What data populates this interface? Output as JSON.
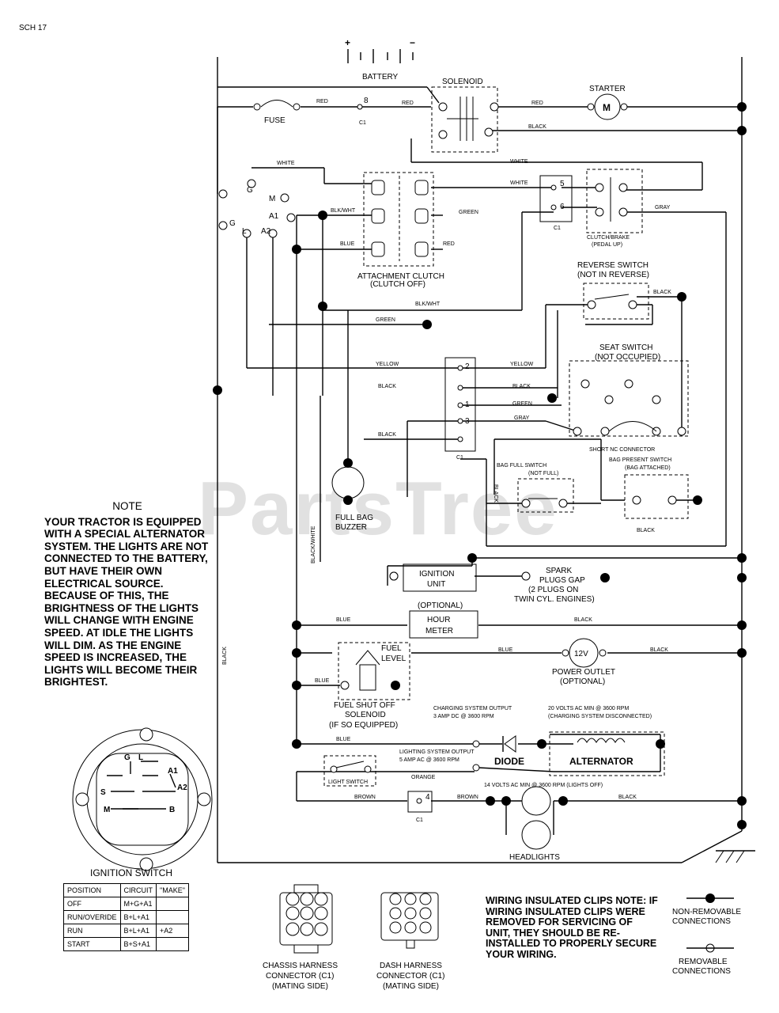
{
  "sheet_id": "SCH 17",
  "watermark": "PartsTree",
  "components": {
    "battery": "BATTERY",
    "battery_plus": "+",
    "battery_minus": "−",
    "solenoid": "SOLENOID",
    "starter": "STARTER",
    "starter_symbol": "M",
    "fuse": "FUSE",
    "attachment_clutch": "ATTACHMENT CLUTCH",
    "attachment_clutch_sub": "(CLUTCH OFF)",
    "clutch_brake": "CLUTCH/BRAKE",
    "clutch_brake_sub": "(PEDAL UP)",
    "reverse_switch": "REVERSE SWITCH",
    "reverse_switch_sub": "(NOT IN REVERSE)",
    "seat_switch": "SEAT SWITCH",
    "seat_switch_sub": "(NOT OCCUPIED)",
    "short_nc_connector": "SHORT NC CONNECTOR",
    "bag_full_switch": "BAG FULL SWITCH",
    "bag_full_switch_sub": "(NOT FULL)",
    "bag_present_switch": "BAG PRESENT SWITCH",
    "bag_present_switch_sub": "(BAG ATTACHED)",
    "full_bag_buzzer": "FULL BAG",
    "full_bag_buzzer_sub": "BUZZER",
    "ignition_unit": "IGNITION",
    "ignition_unit_sub": "UNIT",
    "spark_plugs": "SPARK",
    "spark_plugs_2": "PLUGS GAP",
    "spark_plugs_3": "(2 PLUGS ON",
    "spark_plugs_4": "TWIN CYL. ENGINES)",
    "hour_meter_opt": "(OPTIONAL)",
    "hour_meter": "HOUR",
    "hour_meter_2": "METER",
    "fuel_level": "FUEL",
    "fuel_level_2": "LEVEL",
    "power_outlet_symbol": "12V",
    "power_outlet": "POWER OUTLET",
    "power_outlet_sub": "(OPTIONAL)",
    "fuel_shutoff": "FUEL SHUT OFF",
    "fuel_shutoff_2": "SOLENOID",
    "fuel_shutoff_3": "(IF SO EQUIPPED)",
    "charging_output": "CHARGING SYSTEM OUTPUT",
    "charging_output_sub": "3 AMP DC @ 3600 RPM",
    "volts_dc": "20 VOLTS AC MIN @ 3600 RPM",
    "volts_dc_sub": "(CHARGING SYSTEM DISCONNECTED)",
    "lighting_output": "LIGHTING SYSTEM OUTPUT",
    "lighting_output_sub": "5 AMP AC @ 3600 RPM",
    "volts_ac": "14 VOLTS AC MIN @ 3600 RPM (LIGHTS OFF)",
    "diode": "DIODE",
    "alternator": "ALTERNATOR",
    "light_switch": "LIGHT SWITCH",
    "headlights": "HEADLIGHTS",
    "ignition_switch": "IGNITION SWITCH",
    "chassis_connector": "CHASSIS HARNESS",
    "chassis_connector_2": "CONNECTOR (C1)",
    "chassis_connector_3": "(MATING SIDE)",
    "dash_connector": "DASH HARNESS",
    "dash_connector_2": "CONNECTOR (C1)",
    "dash_connector_3": "(MATING SIDE)",
    "non_removable": "NON-REMOVABLE",
    "non_removable_2": "CONNECTIONS",
    "removable": "REMOVABLE",
    "removable_2": "CONNECTIONS",
    "c1": "C1"
  },
  "wires": {
    "red": "RED",
    "black": "BLACK",
    "white": "WHITE",
    "green": "GREEN",
    "blue": "BLUE",
    "gray": "GRAY",
    "yellow": "YELLOW",
    "blkwht": "BLK/WHT",
    "blackwhite": "BLACK/WHITE",
    "orange": "ORANGE",
    "brown": "BROWN"
  },
  "pins": {
    "p8": "8",
    "p5": "5",
    "p6": "6",
    "p2": "2",
    "p1": "1",
    "p3": "3",
    "p4": "4",
    "g": "G",
    "m": "M",
    "a1": "A1",
    "a2": "A2",
    "l": "L",
    "s": "S",
    "b": "B"
  },
  "note": {
    "title": "NOTE",
    "body": "YOUR TRACTOR IS EQUIPPED WITH A SPECIAL ALTERNATOR SYSTEM. THE LIGHTS ARE NOT CONNECTED TO THE BATTERY, BUT HAVE THEIR OWN ELECTRICAL SOURCE. BECAUSE OF THIS, THE BRIGHTNESS OF THE LIGHTS WILL CHANGE WITH ENGINE SPEED. AT IDLE THE LIGHTS WILL DIM. AS THE ENGINE SPEED IS INCREASED, THE LIGHTS WILL BECOME THEIR BRIGHTEST."
  },
  "ignition_table": {
    "headers": [
      "POSITION",
      "CIRCUIT",
      "\"MAKE\""
    ],
    "rows": [
      [
        "OFF",
        "M+G+A1",
        ""
      ],
      [
        "RUN/OVERIDE",
        "B+L+A1",
        ""
      ],
      [
        "RUN",
        "B+L+A1",
        "+A2"
      ],
      [
        "START",
        "B+S+A1",
        ""
      ]
    ]
  },
  "clip_note": "WIRING INSULATED CLIPS NOTE: IF WIRING INSULATED CLIPS WERE REMOVED FOR SERVICING OF UNIT, THEY SHOULD BE RE-INSTALLED TO PROPERLY SECURE YOUR WIRING."
}
